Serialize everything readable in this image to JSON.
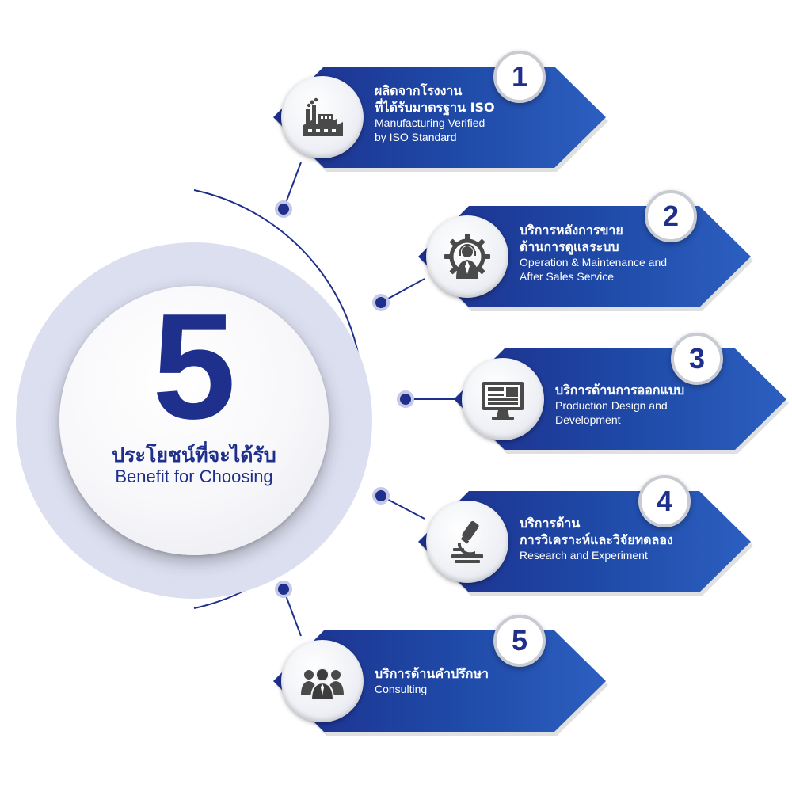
{
  "colors": {
    "primary": "#1e2f8c",
    "card_gradient_start": "#1d2f8c",
    "card_gradient_end": "#2c5fc0",
    "hub_ring": "#dcdff0",
    "badge_border": "#c9cbd3",
    "icon_gray": "#4a4a4a"
  },
  "hub": {
    "number": "5",
    "title_thai": "ประโยชน์ที่จะได้รับ",
    "title_eng": "Benefit for Choosing"
  },
  "benefits": [
    {
      "number": "1",
      "icon": "factory-icon",
      "thai_lines": [
        "ผลิตจากโรงงาน",
        "ที่ได้รับมาตรฐาน ISO"
      ],
      "eng_lines": [
        "Manufacturing Verified",
        "by ISO Standard"
      ]
    },
    {
      "number": "2",
      "icon": "support-gear-icon",
      "thai_lines": [
        "บริการหลังการขาย",
        "ด้านการดูแลระบบ"
      ],
      "eng_lines": [
        "Operation & Maintenance and",
        "After Sales Service"
      ]
    },
    {
      "number": "3",
      "icon": "monitor-design-icon",
      "thai_lines": [
        "บริการด้านการออกแบบ"
      ],
      "eng_lines": [
        "Production Design and",
        "Development"
      ]
    },
    {
      "number": "4",
      "icon": "microscope-icon",
      "thai_lines": [
        "บริการด้าน",
        "การวิเคราะห์และวิจัยทดลอง"
      ],
      "eng_lines": [
        "Research and Experiment"
      ]
    },
    {
      "number": "5",
      "icon": "consulting-people-icon",
      "thai_lines": [
        "บริการด้านคำปรึกษา"
      ],
      "eng_lines": [
        "Consulting"
      ]
    }
  ]
}
